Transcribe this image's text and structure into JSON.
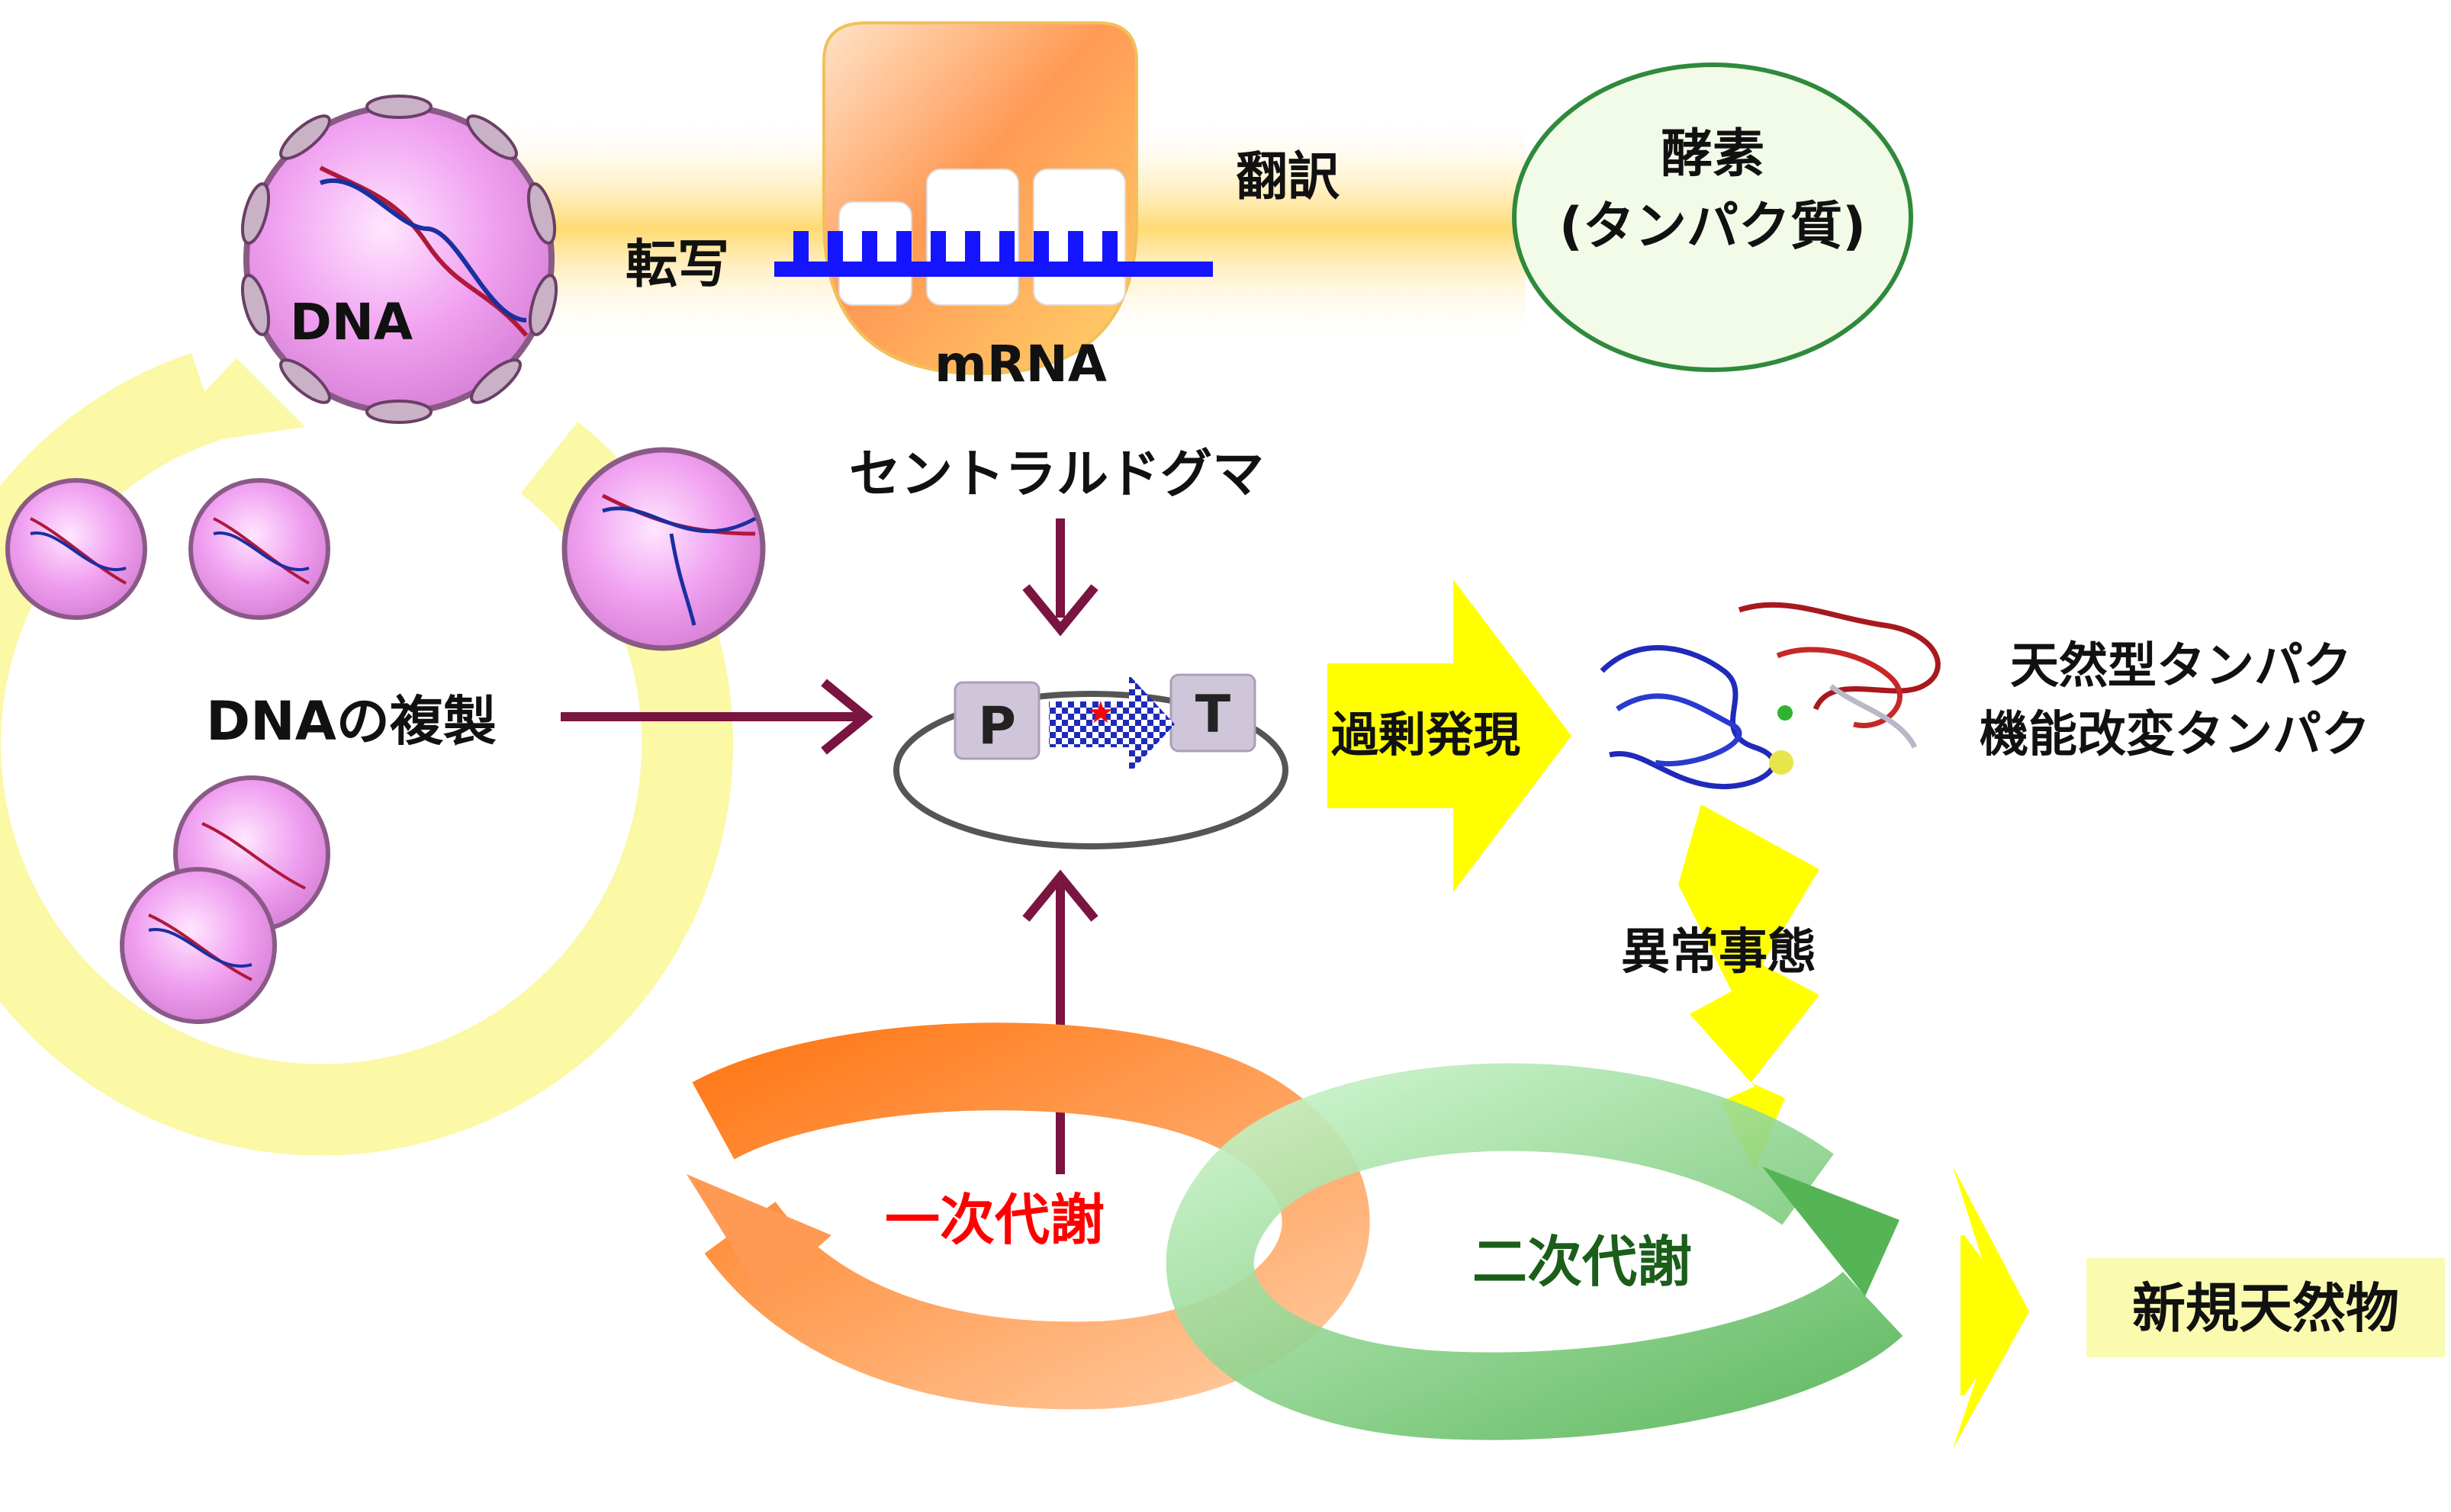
{
  "labels": {
    "dna": "DNA",
    "transcription": "転写",
    "mrna": "mRNA",
    "translation": "翻訳",
    "enzyme_line1": "酵素",
    "enzyme_line2": "(タンパク質)",
    "central_dogma": "セントラルドグマ",
    "dna_replication": "DNAの複製",
    "promoter": "P",
    "terminator": "T",
    "overexpression": "過剰発現",
    "protein_line1": "天然型タンパク",
    "protein_line2": "機能改変タンパク",
    "abnormal_event": "異常事態",
    "primary_metabolism": "一次代謝",
    "secondary_metabolism": "二次代謝",
    "new_natural_products": "新規天然物"
  },
  "colors": {
    "cell_fill": "#f2a6f2",
    "cell_rim": "#8a5a86",
    "mrna_strand": "#1414ff",
    "arrow_dark": "#7a1440",
    "yellow_arrow": "#ffff00",
    "replication_cycle": "#fbf8a6",
    "primary_label": "#ff0000",
    "secondary_label": "#1a5e1a",
    "enzyme_fill": "#f2fbe8",
    "enzyme_rim": "#2f8a3c",
    "product_box": "#fbfbb0"
  }
}
